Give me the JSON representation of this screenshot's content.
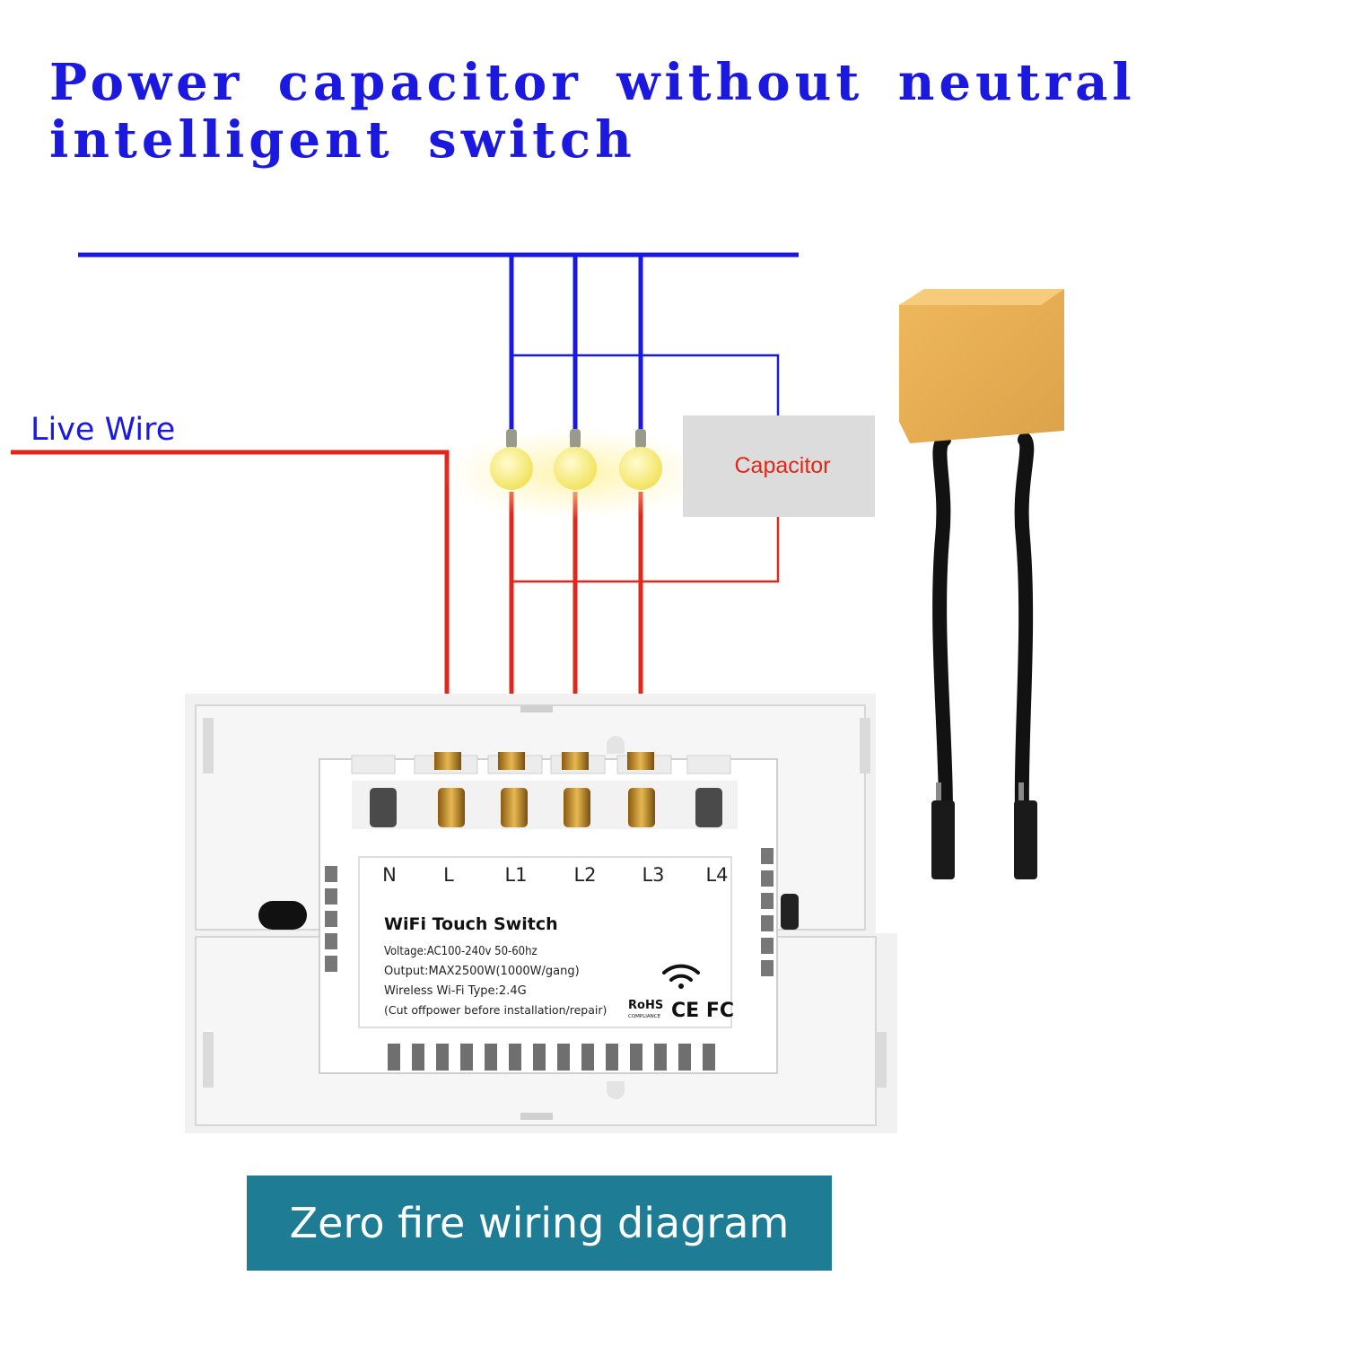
{
  "title": "Power capacitor without neutral intelligent switch",
  "labels": {
    "live_wire": "Live Wire",
    "capacitor": "Capacitor",
    "footer": "Zero fire wiring diagram"
  },
  "terminals": [
    "N",
    "L",
    "L1",
    "L2",
    "L3",
    "L4"
  ],
  "device": {
    "name": "WiFi Touch Switch",
    "specs": [
      "Voltage:AC100-240v 50-60hz",
      "Output:MAX2500W(1000W/gang)",
      "Wireless Wi-Fi Type:2.4G",
      "(Cut offpower before installation/repair)"
    ],
    "certification": "RoHS",
    "certification_sub": "COMPLIANCE",
    "marks": "CE FC"
  },
  "colors": {
    "neutral_wire": "#1b18e0",
    "live_wire": "#e0271b",
    "title": "#1b18e0",
    "capacitor_box": "#dcdcdc",
    "footer_bg": "#1e7d95"
  }
}
